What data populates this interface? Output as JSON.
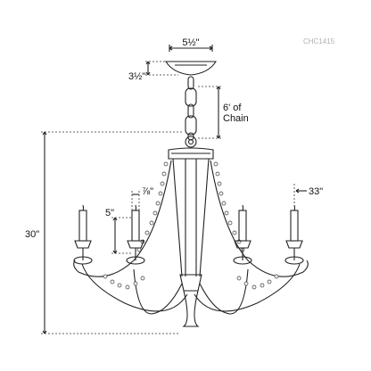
{
  "product_code": "CHC1415",
  "dimensions": {
    "canopy_width": "5½\"",
    "canopy_height": "3½\"",
    "chain_length_line1": "6' of",
    "chain_length_line2": "Chain",
    "overall_height": "30\"",
    "candle_height": "5\"",
    "candle_width": "⅞\"",
    "overall_width": "33\""
  }
}
